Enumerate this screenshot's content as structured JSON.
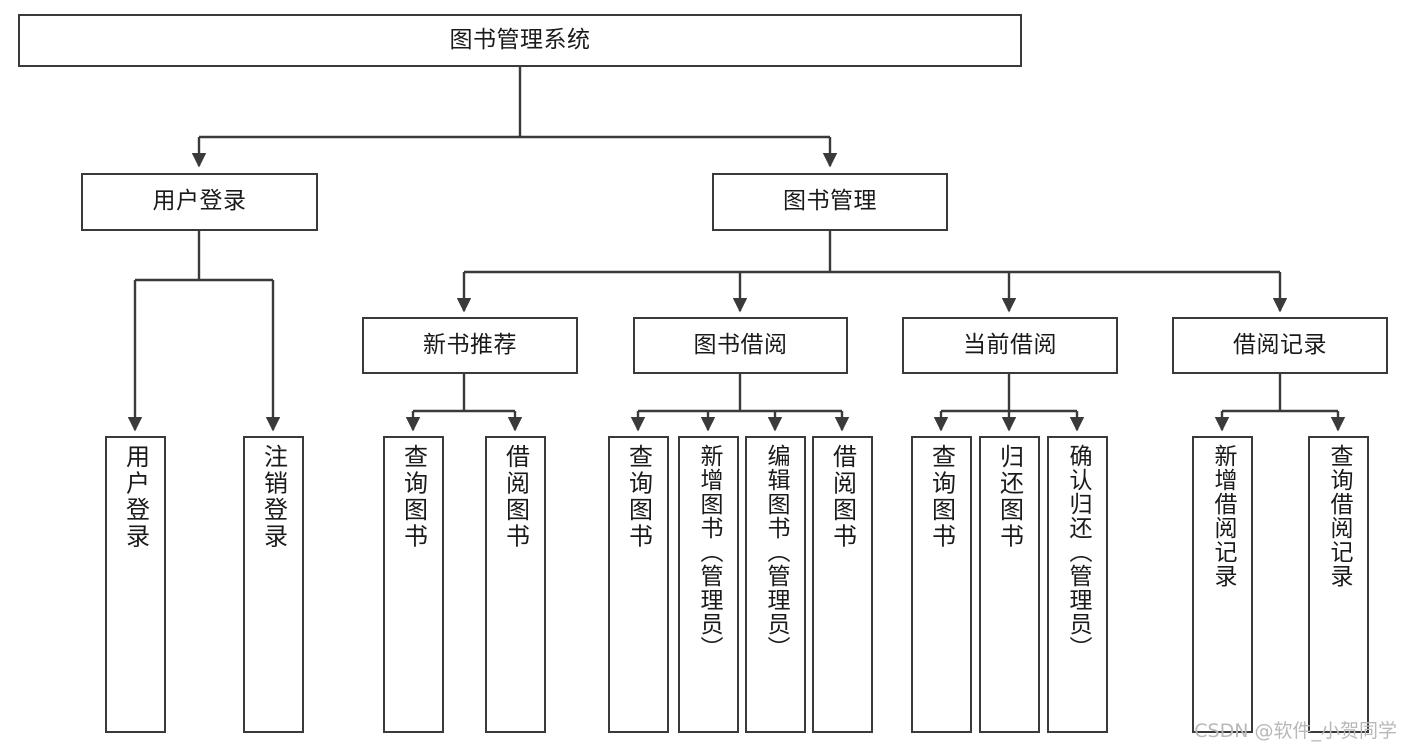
{
  "diagram": {
    "title": "图书管理系统",
    "type": "tree",
    "root": {
      "id": "root",
      "label": "图书管理系统"
    },
    "level2": [
      {
        "id": "user-login",
        "label": "用户登录"
      },
      {
        "id": "book-manage",
        "label": "图书管理"
      }
    ],
    "level3": [
      {
        "id": "new-book-rec",
        "label": "新书推荐",
        "parent": "book-manage"
      },
      {
        "id": "book-borrow",
        "label": "图书借阅",
        "parent": "book-manage"
      },
      {
        "id": "current-borrow",
        "label": "当前借阅",
        "parent": "book-manage"
      },
      {
        "id": "borrow-record",
        "label": "借阅记录",
        "parent": "book-manage"
      }
    ],
    "leaves": [
      {
        "id": "leaf-user-login",
        "label": "用户登录",
        "parent": "user-login"
      },
      {
        "id": "leaf-logout",
        "label": "注销登录",
        "parent": "user-login"
      },
      {
        "id": "leaf-query-book-1",
        "label": "查询图书",
        "parent": "new-book-rec"
      },
      {
        "id": "leaf-borrow-book-1",
        "label": "借阅图书",
        "parent": "new-book-rec"
      },
      {
        "id": "leaf-query-book-2",
        "label": "查询图书",
        "parent": "book-borrow"
      },
      {
        "id": "leaf-add-book",
        "label": "新增图书（管理员）",
        "parent": "book-borrow"
      },
      {
        "id": "leaf-edit-book",
        "label": "编辑图书（管理员）",
        "parent": "book-borrow"
      },
      {
        "id": "leaf-borrow-book-2",
        "label": "借阅图书",
        "parent": "book-borrow"
      },
      {
        "id": "leaf-query-book-3",
        "label": "查询图书",
        "parent": "current-borrow"
      },
      {
        "id": "leaf-return-book",
        "label": "归还图书",
        "parent": "current-borrow"
      },
      {
        "id": "leaf-confirm-return",
        "label": "确认归还（管理员）",
        "parent": "current-borrow"
      },
      {
        "id": "leaf-add-record",
        "label": "新增借阅记录",
        "parent": "borrow-record"
      },
      {
        "id": "leaf-query-record",
        "label": "查询借阅记录",
        "parent": "borrow-record"
      }
    ]
  },
  "watermark": {
    "text": "CSDN @软件_小贺同学"
  },
  "colors": {
    "border": "#3a3a3a",
    "background": "#ffffff",
    "text": "#1a1a1a",
    "watermark": "#b9b9b9"
  }
}
